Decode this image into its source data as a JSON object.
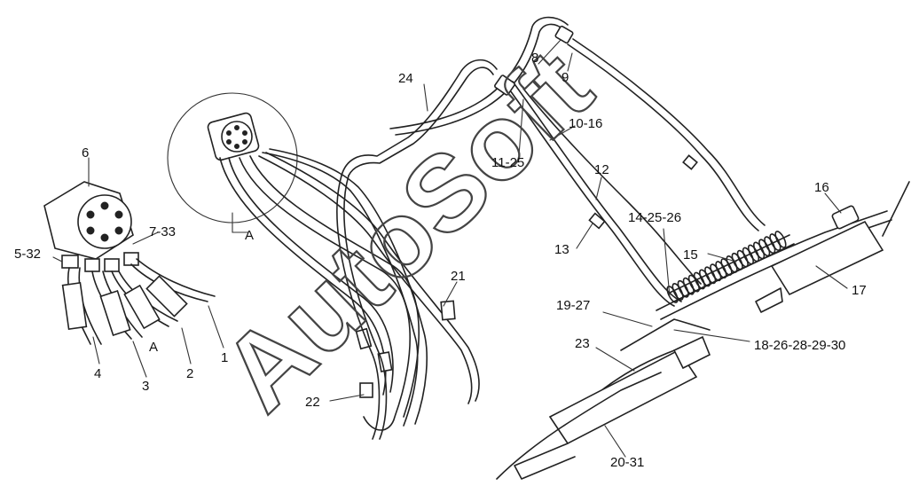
{
  "watermark": "AutoSoft",
  "detail_marker": "A",
  "labels": {
    "l1": "1",
    "l2": "2",
    "l3": "3",
    "l4": "4",
    "l5_32": "5-32",
    "l6": "6",
    "l7_33": "7-33",
    "l8": "8",
    "l9": "9",
    "l10_16": "10-16",
    "l11_25": "11-25",
    "l12": "12",
    "l13": "13",
    "l14_25_26": "14-25-26",
    "l15": "15",
    "l16": "16",
    "l17": "17",
    "l18_26_28_29_30": "18-26-28-29-30",
    "l19_27": "19-27",
    "l20_31": "20-31",
    "l21": "21",
    "l22": "22",
    "l23": "23",
    "l24": "24",
    "detail_a": "A",
    "view_a": "A"
  }
}
